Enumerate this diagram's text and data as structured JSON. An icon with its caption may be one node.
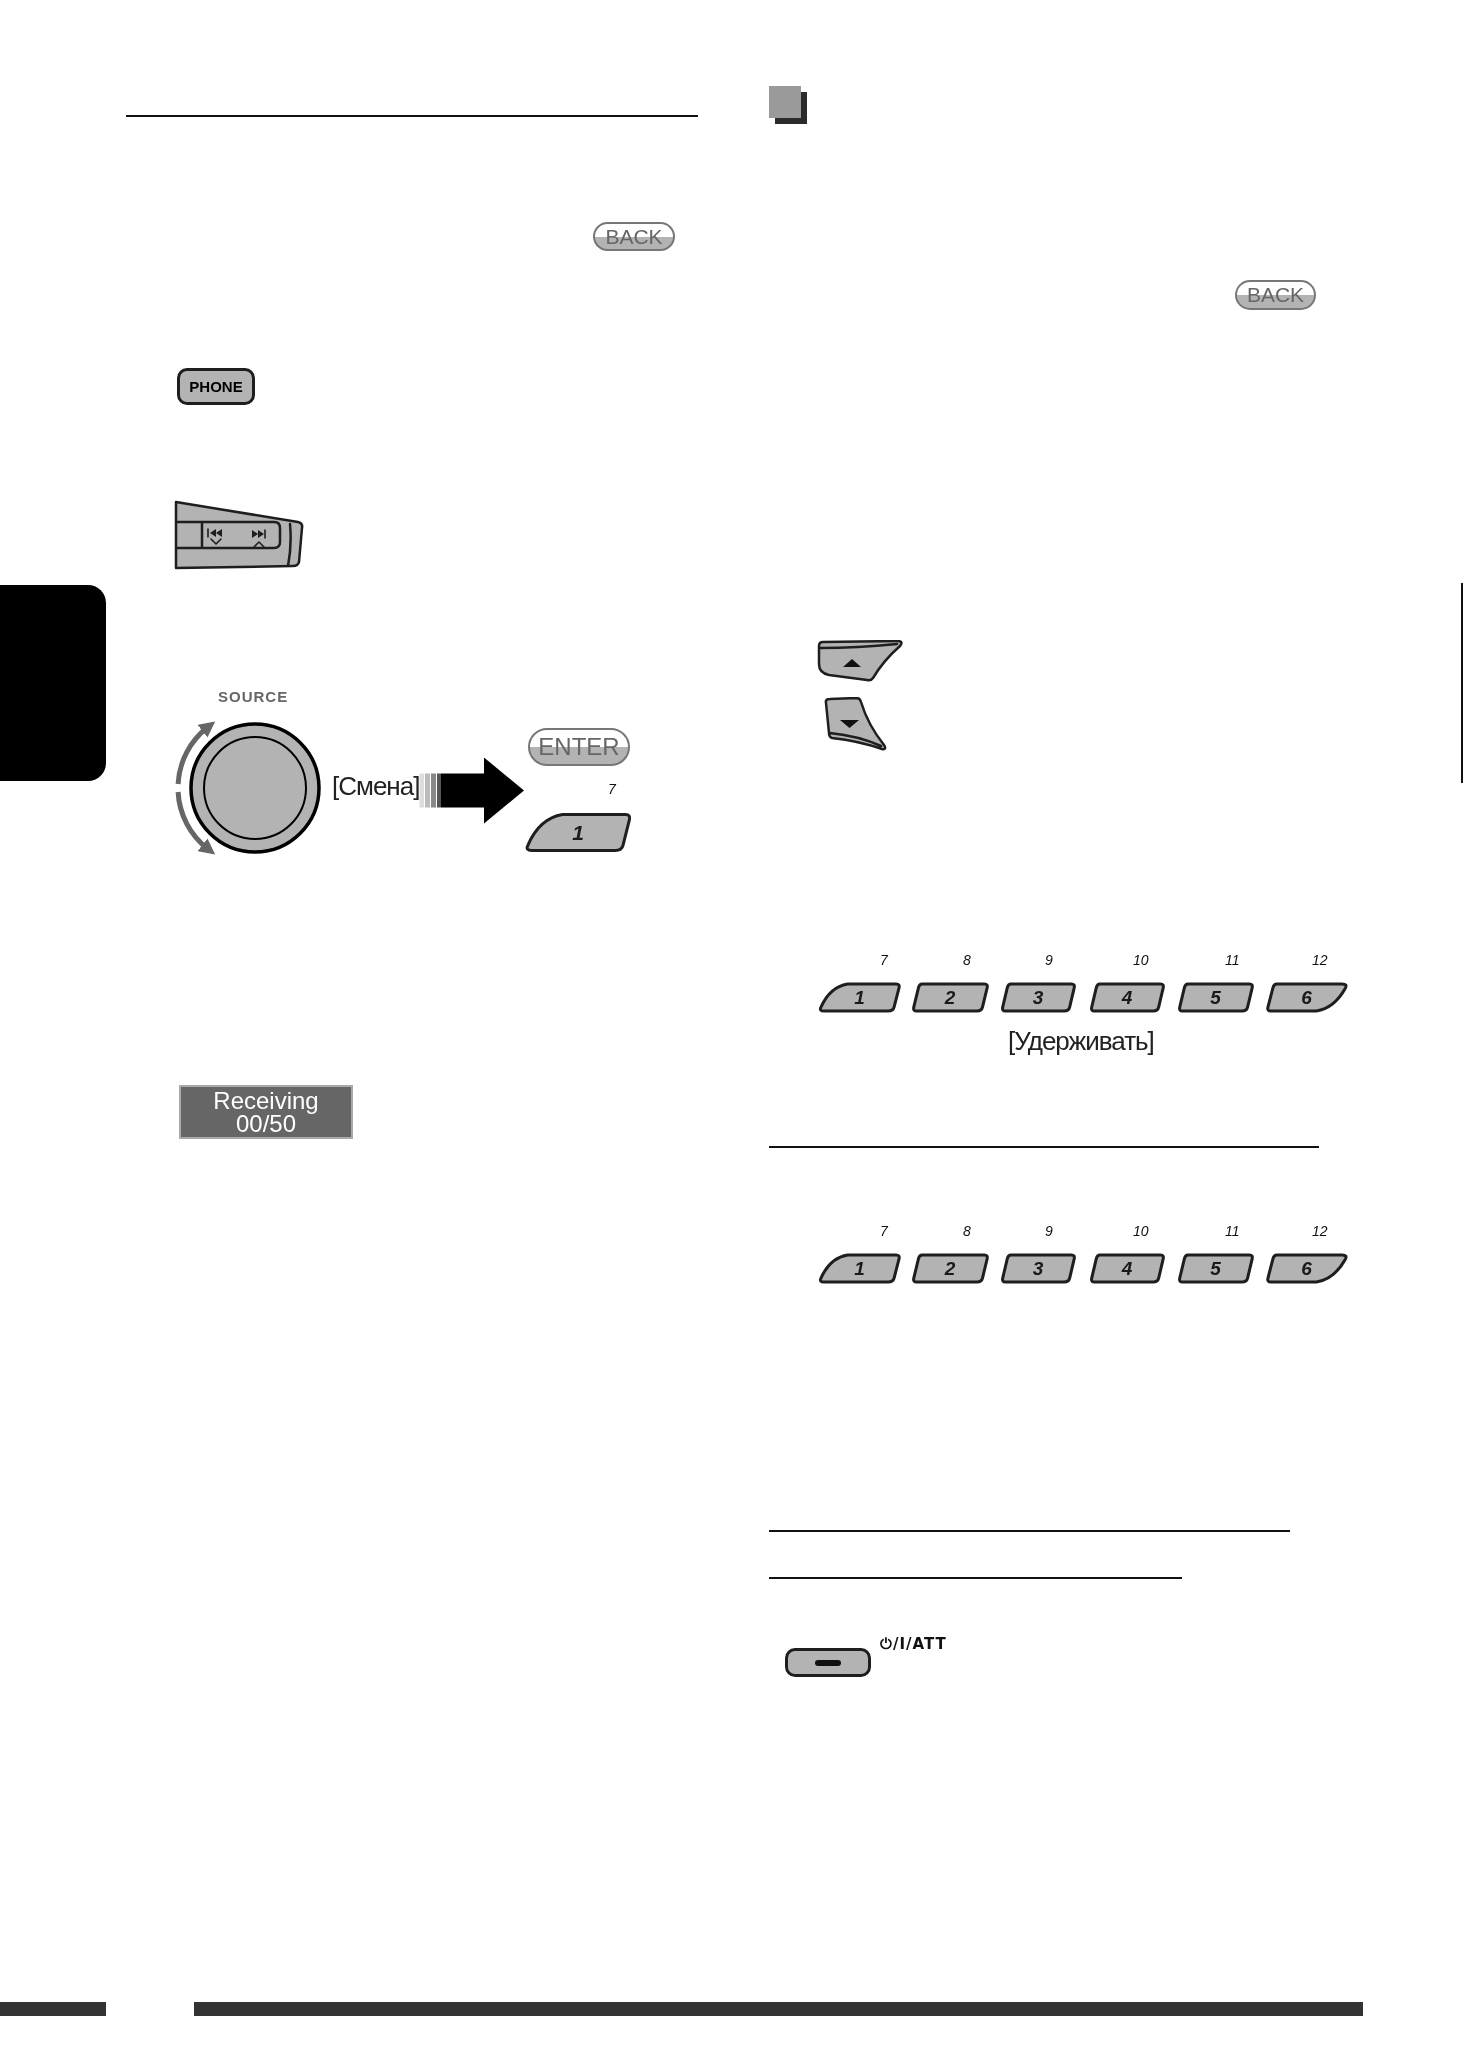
{
  "diagram": {
    "nodes": [
      {
        "text": [
          "BACK"
        ]
      },
      {
        "text": [
          "PHONE"
        ]
      },
      {
        "text": [],
        "shape": "picture"
      },
      {
        "text": [],
        "shape": "box"
      },
      {
        "text": [],
        "shape": "circle",
        "beside": [
          "SOURCE",
          "[Смена]"
        ]
      },
      {
        "text": [
          "ENTER"
        ]
      },
      {
        "text": [
          "1"
        ],
        "beside": [
          "7"
        ]
      },
      {
        "text": [
          "Receiving",
          "00/50"
        ]
      },
      {
        "text": [
          "BACK"
        ]
      },
      {
        "text": [],
        "shape": "picture"
      },
      {
        "text": [],
        "shape": "picture"
      },
      {
        "text": [
          "1"
        ],
        "beside": [
          "7"
        ]
      },
      {
        "text": [
          "2"
        ],
        "beside": [
          "8"
        ]
      },
      {
        "text": [
          "3"
        ],
        "beside": [
          "9"
        ]
      },
      {
        "text": [
          "4"
        ],
        "beside": [
          "10"
        ]
      },
      {
        "text": [
          "5"
        ],
        "beside": [
          "11"
        ]
      },
      {
        "text": [
          "6"
        ],
        "beside": [
          "12"
        ]
      },
      {
        "text": [
          "1"
        ],
        "beside": [
          "7"
        ]
      },
      {
        "text": [
          "2"
        ],
        "beside": [
          "8"
        ]
      },
      {
        "text": [
          "3"
        ],
        "beside": [
          "9"
        ]
      },
      {
        "text": [
          "4"
        ],
        "beside": [
          "10"
        ]
      },
      {
        "text": [
          "5"
        ],
        "beside": [
          "11"
        ]
      },
      {
        "text": [
          "6"
        ],
        "beside": [
          "12"
        ]
      },
      {
        "text": [],
        "shape": "box",
        "beside": [
          "⏻/I/ATT"
        ]
      }
    ],
    "edges": [
      {
        "from": 4,
        "to": 5,
        "arrow": "to"
      },
      {
        "from": 4,
        "to": 6,
        "arrow": "to"
      }
    ],
    "labels": [
      "[Удерживать]"
    ]
  }
}
